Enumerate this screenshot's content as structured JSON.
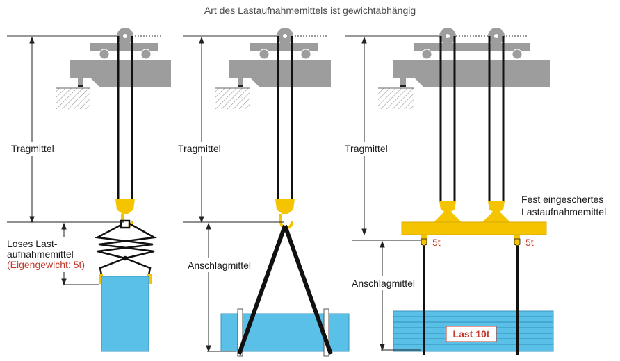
{
  "title": "Art des Lastaufnahmemittels ist gewichtabhängig",
  "colors": {
    "accent_red": "#c0392b",
    "hook_yellow": "#f5c400",
    "load_blue": "#5bc0e8",
    "crane_grey": "#9d9d9d",
    "rope": "#111111"
  },
  "panels": {
    "left": {
      "tragmittel": "Tragmittel",
      "loose_line1": "Loses Last-",
      "loose_line2": "aufnahmemittel",
      "loose_weight": "(Eigengewicht: 5t)"
    },
    "middle": {
      "tragmittel": "Tragmittel",
      "anschlagmittel": "Anschlagmittel"
    },
    "right": {
      "tragmittel": "Tragmittel",
      "fixed_line1": "Fest eingeschertes",
      "fixed_line2": "Lastaufnahmemittel",
      "anschlagmittel": "Anschlagmittel",
      "hook_left": "5t",
      "hook_right": "5t",
      "load_label": "Last 10t"
    }
  }
}
